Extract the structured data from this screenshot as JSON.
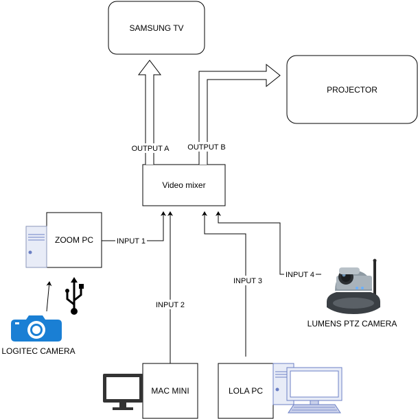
{
  "nodes": {
    "samsung_tv": "SAMSUNG TV",
    "projector": "PROJECTOR",
    "video_mixer": "Video mixer",
    "zoom_pc": "ZOOM PC",
    "mac_mini": "MAC MINI",
    "lola_pc": "LOLA PC",
    "logitec_camera": "LOGITEC CAMERA",
    "lumens_ptz_camera": "LUMENS PTZ CAMERA"
  },
  "edges": {
    "output_a": "OUTPUT A",
    "output_b": "OUTPUT B",
    "input_1": "INPUT 1",
    "input_2": "INPUT 2",
    "input_3": "INPUT 3",
    "input_4": "INPUT 4"
  },
  "icons": {
    "zoom_pc": "desktop-tower-icon",
    "mac_mini": "monitor-icon",
    "lola_pc": "desktop-computer-icon",
    "logitec_camera": "camera-icon",
    "usb": "usb-icon",
    "ptz_camera": "ptz-camera-icon"
  },
  "colors": {
    "icon_blue": "#1a7fd4",
    "pc_fill": "#e8ecf7",
    "pc_stroke": "#6b7fc4",
    "monitor_dark": "#333333"
  }
}
